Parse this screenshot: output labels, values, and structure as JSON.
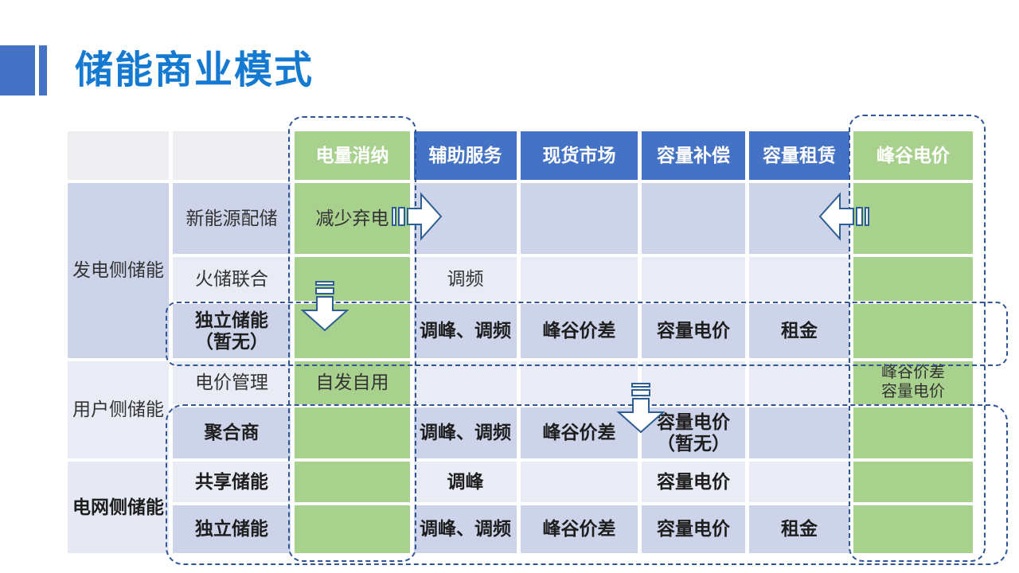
{
  "title": "储能商业模式",
  "table": {
    "headers": [
      "电量消纳",
      "辅助服务",
      "现货市场",
      "容量补偿",
      "容量租赁",
      "峰谷电价"
    ],
    "row_groups": [
      {
        "label": "发电侧储能",
        "bold": false
      },
      {
        "label": "用户侧储能",
        "bold": false
      },
      {
        "label": "电网侧储能",
        "bold": true
      }
    ],
    "rows": [
      {
        "label": "新能源配储",
        "bold": false,
        "cells": [
          "减少弃电",
          "",
          "",
          "",
          "",
          ""
        ]
      },
      {
        "label": "火储联合",
        "bold": false,
        "cells": [
          "",
          "调频",
          "",
          "",
          "",
          ""
        ]
      },
      {
        "label": "独立储能\n（暂无）",
        "bold": true,
        "cells": [
          "",
          "调峰、调频",
          "峰谷价差",
          "容量电价",
          "租金",
          ""
        ]
      },
      {
        "label": "电价管理",
        "bold": false,
        "cells": [
          "自发自用",
          "",
          "",
          "",
          "",
          "峰谷价差\n容量电价"
        ]
      },
      {
        "label": "聚合商",
        "bold": true,
        "cells": [
          "",
          "调峰、调频",
          "峰谷价差",
          "容量电价\n（暂无）",
          "",
          ""
        ]
      },
      {
        "label": "共享储能",
        "bold": true,
        "cells": [
          "",
          "调峰",
          "",
          "容量电价",
          "",
          ""
        ]
      },
      {
        "label": "独立储能",
        "bold": true,
        "cells": [
          "",
          "调峰、调频",
          "峰谷价差",
          "容量电价",
          "租金",
          ""
        ]
      }
    ]
  },
  "highlights": [
    {
      "name": "energy-absorption-column"
    },
    {
      "name": "peak-valley-price-column"
    },
    {
      "name": "independent-storage-row"
    },
    {
      "name": "market-rows-block"
    }
  ],
  "arrows": [
    {
      "name": "striped-right-arrow",
      "direction": "right"
    },
    {
      "name": "striped-left-arrow",
      "direction": "left"
    },
    {
      "name": "striped-down-arrow-generation",
      "direction": "down"
    },
    {
      "name": "striped-down-arrow-user",
      "direction": "down"
    }
  ],
  "colors": {
    "title_blue": "#1479D1",
    "header_blue": "#4472C4",
    "green": "#A9D18E",
    "band_dark": "#CDD4EA",
    "band_light": "#E9EBF5",
    "band_mid": "#E6E9F4",
    "header_gray": "#EDEDF2",
    "dash_blue": "#2F5597",
    "arrow_stroke": "#2E5F94",
    "text_dark": "#333333"
  }
}
